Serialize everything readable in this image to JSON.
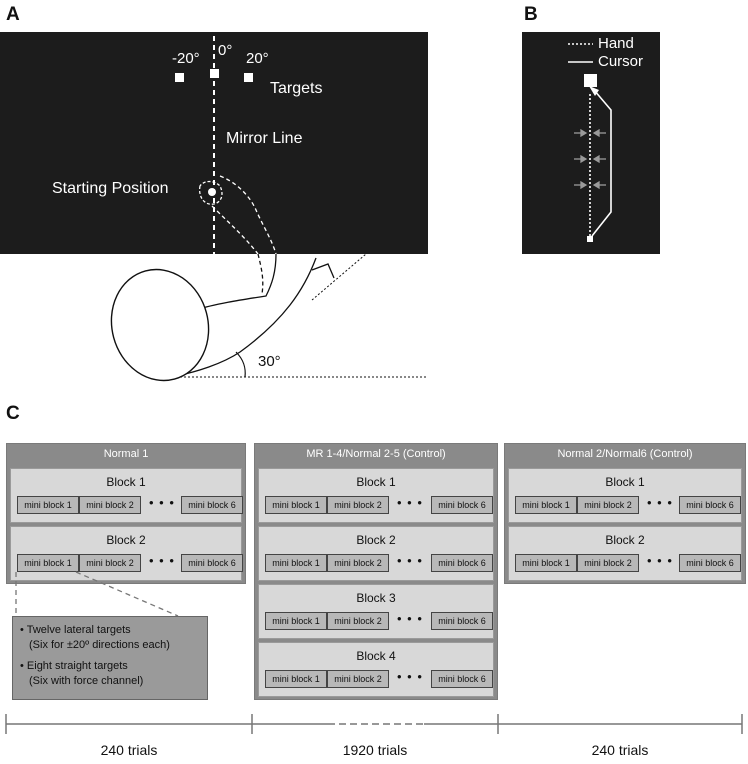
{
  "panel_a": {
    "letter": "A",
    "target_labels": [
      "-20°",
      "0°",
      "20°"
    ],
    "targets_label": "Targets",
    "mirror_line_label": "Mirror Line",
    "starting_position_label": "Starting Position",
    "angle_label": "30°"
  },
  "panel_b": {
    "letter": "B",
    "legend": [
      {
        "style": "dotted",
        "label": "Hand"
      },
      {
        "style": "solid",
        "label": "Cursor"
      }
    ]
  },
  "panel_c": {
    "letter": "C",
    "columns": [
      {
        "title": "Normal 1",
        "blocks": [
          {
            "title": "Block 1",
            "minis": [
              "mini block 1",
              "mini block 2",
              "mini block 6"
            ]
          },
          {
            "title": "Block 2",
            "minis": [
              "mini block 1",
              "mini block 2",
              "mini block 6"
            ]
          }
        ],
        "trials": "240 trials"
      },
      {
        "title": "MR 1-4/Normal 2-5 (Control)",
        "blocks": [
          {
            "title": "Block 1",
            "minis": [
              "mini block 1",
              "mini block 2",
              "mini block 6"
            ]
          },
          {
            "title": "Block 2",
            "minis": [
              "mini block 1",
              "mini block 2",
              "mini block 6"
            ]
          },
          {
            "title": "Block 3",
            "minis": [
              "mini block 1",
              "mini block 2",
              "mini block 6"
            ]
          },
          {
            "title": "Block 4",
            "minis": [
              "mini block 1",
              "mini block 2",
              "mini block 6"
            ]
          }
        ],
        "trials": "1920 trials"
      },
      {
        "title": "Normal 2/Normal6 (Control)",
        "blocks": [
          {
            "title": "Block 1",
            "minis": [
              "mini block 1",
              "mini block 2",
              "mini block 6"
            ]
          },
          {
            "title": "Block 2",
            "minis": [
              "mini block 1",
              "mini block 2",
              "mini block 6"
            ]
          }
        ],
        "trials": "240 trials"
      }
    ],
    "ellipsis": "• • •",
    "note": {
      "line1": "• Twelve lateral targets",
      "line2": "(Six for ±20º directions each)",
      "line3": "• Eight straight targets",
      "line4": "(Six with force channel)"
    }
  }
}
